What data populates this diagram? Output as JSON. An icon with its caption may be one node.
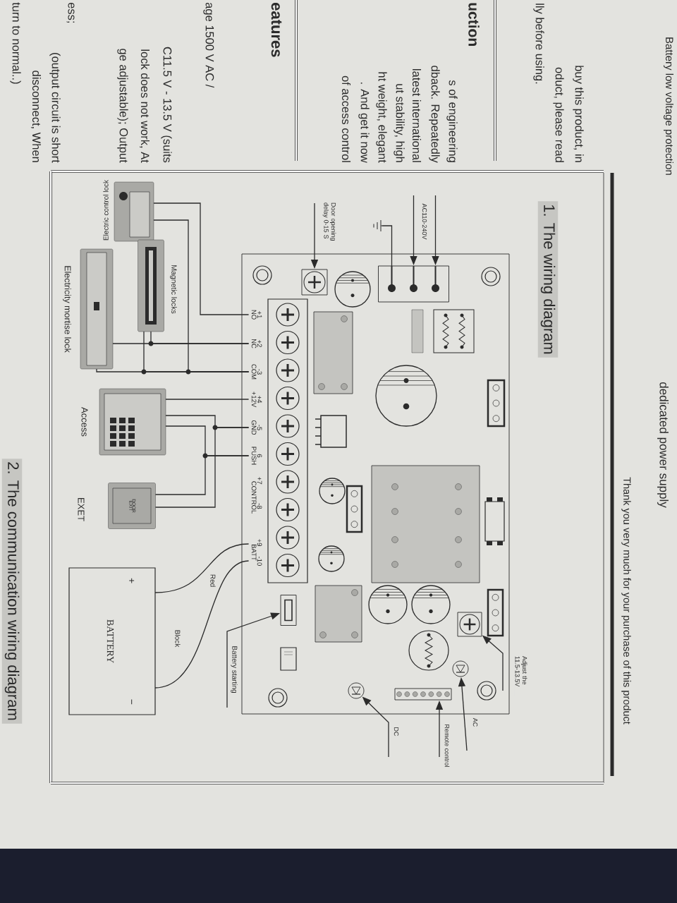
{
  "diagram": {
    "nodes": [
      {
        "text": [],
        "shape": "box"
      },
      {
        "text": [
          "+1",
          "NO"
        ],
        "in": 0
      },
      {
        "text": [
          "+2",
          "NC"
        ],
        "in": 0
      },
      {
        "text": [
          "-3",
          "COM"
        ],
        "in": 0
      },
      {
        "text": [
          "+4",
          "+12V"
        ],
        "in": 0
      },
      {
        "text": [
          "-5",
          "GND"
        ],
        "in": 0
      },
      {
        "text": [
          "6",
          "PUSH"
        ],
        "in": 0
      },
      {
        "text": [
          "+7",
          "-8",
          "CONTROL"
        ],
        "in": 0
      },
      {
        "text": [
          "+9",
          "-10",
          "BATT"
        ],
        "in": 0
      },
      {
        "text": [],
        "shape": "box",
        "in": 0
      },
      {
        "text": [],
        "shape": "box",
        "in": 0
      },
      {
        "text": [],
        "shape": "box",
        "in": 0
      },
      {
        "text": [],
        "shape": "circle",
        "in": 0
      },
      {
        "text": [],
        "shape": "bar",
        "in": 0
      },
      {
        "text": [],
        "shape": "circle",
        "in": 0
      },
      {
        "text": [],
        "shape": "box",
        "in": 0
      },
      {
        "text": [],
        "shape": "ground"
      },
      {
        "text": [],
        "shape": "picture",
        "beside": [
          "Electric control lock"
        ]
      },
      {
        "text": [],
        "shape": "picture",
        "beside": [
          "Magnetic locks"
        ]
      },
      {
        "text": [],
        "shape": "picture",
        "beside": [
          "Electricity mortise lock"
        ]
      },
      {
        "text": [],
        "shape": "picture",
        "beside": [
          "Access"
        ]
      },
      {
        "text": [
          "DOOR",
          "EXIT"
        ],
        "beside": [
          "EXET"
        ]
      },
      {
        "text": [
          "+",
          "BATTERY",
          "−"
        ]
      }
    ],
    "edges": [
      {
        "from": null,
        "to": 9,
        "arrow": "to",
        "label": "AC110-240V"
      },
      {
        "from": null,
        "to": 9,
        "arrow": "to"
      },
      {
        "from": 16,
        "to": 9,
        "arrow": "none"
      },
      {
        "from": null,
        "to": 10,
        "arrow": "to",
        "label": "Door opening delay 0-15 S"
      },
      {
        "from": null,
        "to": 11,
        "arrow": "to",
        "label": "Adjust the 11.5-13.5V"
      },
      {
        "from": null,
        "to": 12,
        "arrow": "to",
        "label": "AC"
      },
      {
        "from": null,
        "to": 13,
        "arrow": "to",
        "label": "Remote control"
      },
      {
        "from": null,
        "to": 14,
        "arrow": "to",
        "label": "DC"
      },
      {
        "from": null,
        "to": 15,
        "arrow": "to",
        "label": "Battery starting"
      },
      {
        "from": 1,
        "to": 17,
        "arrow": "none"
      },
      {
        "from": 3,
        "to": 17,
        "arrow": "none"
      },
      {
        "from": 2,
        "to": 18,
        "arrow": "none"
      },
      {
        "from": 3,
        "to": 18,
        "arrow": "none"
      },
      {
        "from": 2,
        "to": 19,
        "arrow": "none"
      },
      {
        "from": 3,
        "to": 19,
        "arrow": "none"
      },
      {
        "from": 4,
        "to": 20,
        "arrow": "none"
      },
      {
        "from": 5,
        "to": 20,
        "arrow": "none"
      },
      {
        "from": 6,
        "to": 20,
        "arrow": "none"
      },
      {
        "from": 5,
        "to": 21,
        "arrow": "none"
      },
      {
        "from": 6,
        "to": 21,
        "arrow": "none"
      },
      {
        "from": 8,
        "to": 22,
        "arrow": "none",
        "label": "Red"
      },
      {
        "from": 8,
        "to": 22,
        "arrow": "none",
        "label": "Block"
      }
    ],
    "labels": [
      "Battery low voltage protection",
      "dedicated power supply",
      "buy this product, in",
      "oduct, please read",
      "lly before using.",
      "Thank you very much for your purchase of this product",
      "uction",
      "s of engineering",
      "dback. Repeatedly",
      "latest international",
      "ut stability, high",
      "ht weight, elegant",
      ". And get it now",
      "of access control",
      "1. The wiring diagram",
      "eatures",
      "age 1500 V AC /",
      "C11.5 V - 13.5 V (suits",
      "lock does not work, At",
      "ge adjustable); Output",
      "ess;",
      "(output circuit is short",
      "disconnect, When",
      "turn to normal..)",
      "2. The communication wiring diagram"
    ]
  }
}
